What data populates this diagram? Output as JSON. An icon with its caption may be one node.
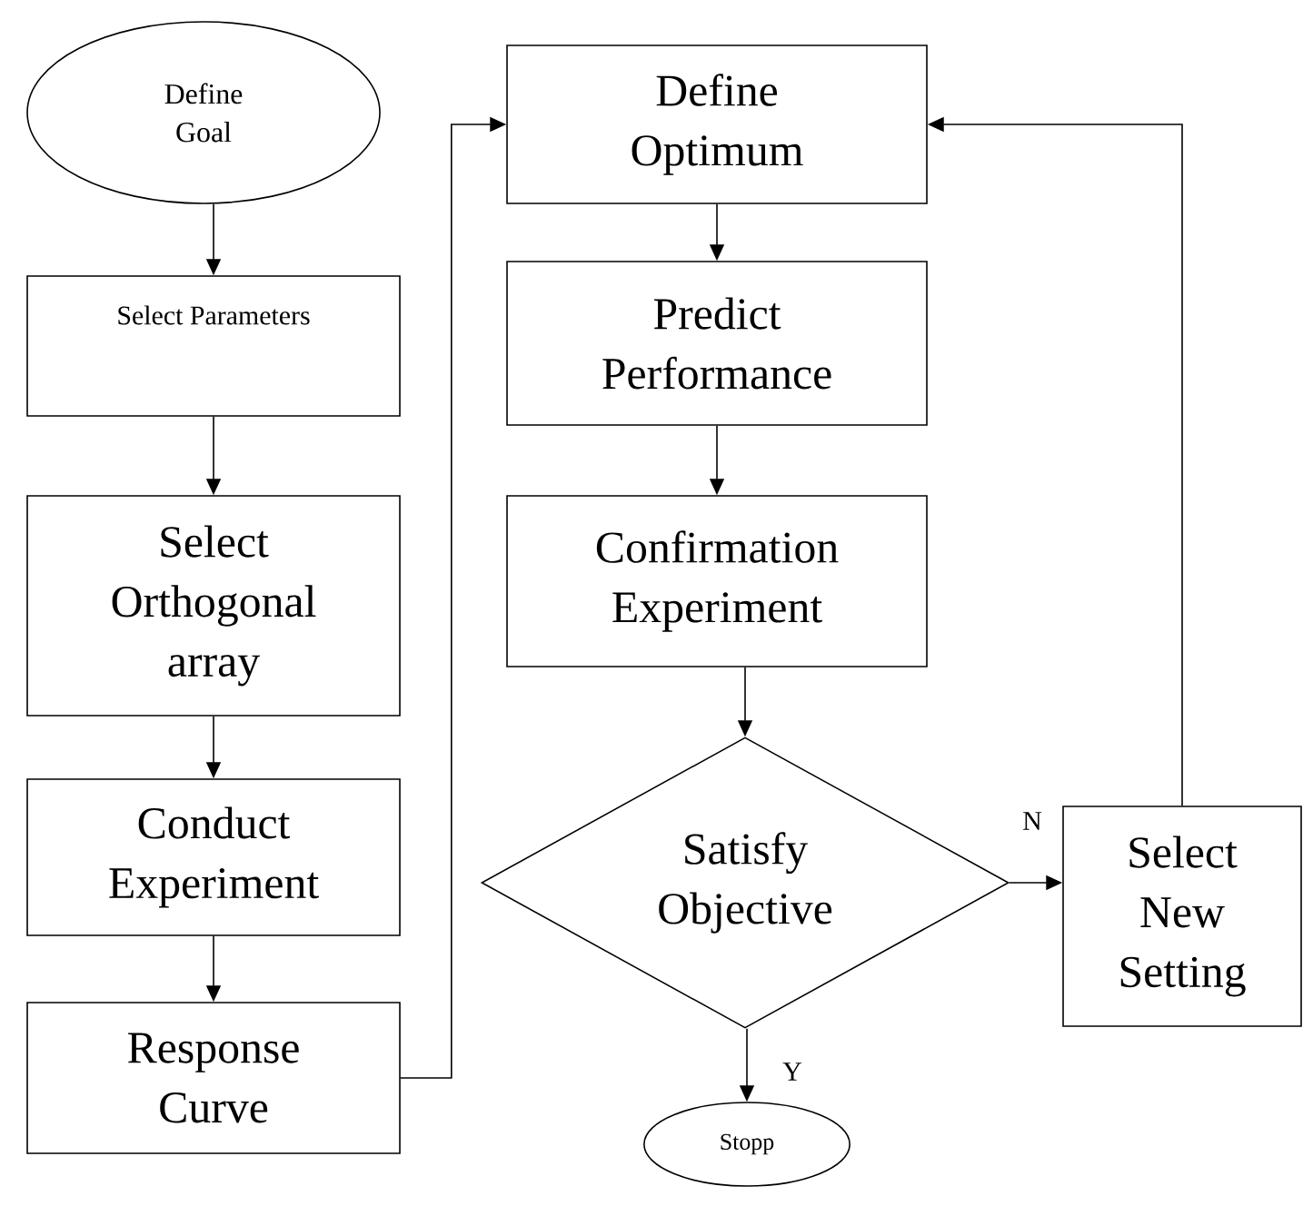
{
  "diagram": {
    "nodes": [
      {
        "text": [
          "Define Goal"
        ]
      },
      {
        "text": [
          "Select Parameters"
        ]
      },
      {
        "text": [
          "Select Orthogonal array"
        ]
      },
      {
        "text": [
          "Conduct Experiment"
        ]
      },
      {
        "text": [
          "Response Curve"
        ]
      },
      {
        "text": [
          "Define Optimum"
        ]
      },
      {
        "text": [
          "Predict Performance"
        ]
      },
      {
        "text": [
          "Confirmation Experiment"
        ]
      },
      {
        "text": [
          "Satisfy Objective"
        ]
      },
      {
        "text": [
          "Select New Setting"
        ]
      },
      {
        "text": [
          "Stopp"
        ]
      }
    ],
    "edges": [
      {
        "from": 0,
        "to": 1,
        "arrow": "to"
      },
      {
        "from": 1,
        "to": 2,
        "arrow": "to"
      },
      {
        "from": 2,
        "to": 3,
        "arrow": "to"
      },
      {
        "from": 3,
        "to": 4,
        "arrow": "to"
      },
      {
        "from": 4,
        "to": 5,
        "arrow": "to"
      },
      {
        "from": 5,
        "to": 6,
        "arrow": "to"
      },
      {
        "from": 6,
        "to": 7,
        "arrow": "to"
      },
      {
        "from": 7,
        "to": 8,
        "arrow": "to"
      },
      {
        "from": 8,
        "to": 9,
        "arrow": "to",
        "label": "N"
      },
      {
        "from": 8,
        "to": 10,
        "arrow": "to",
        "label": "Y"
      },
      {
        "from": 9,
        "to": 5,
        "arrow": "to"
      }
    ]
  }
}
